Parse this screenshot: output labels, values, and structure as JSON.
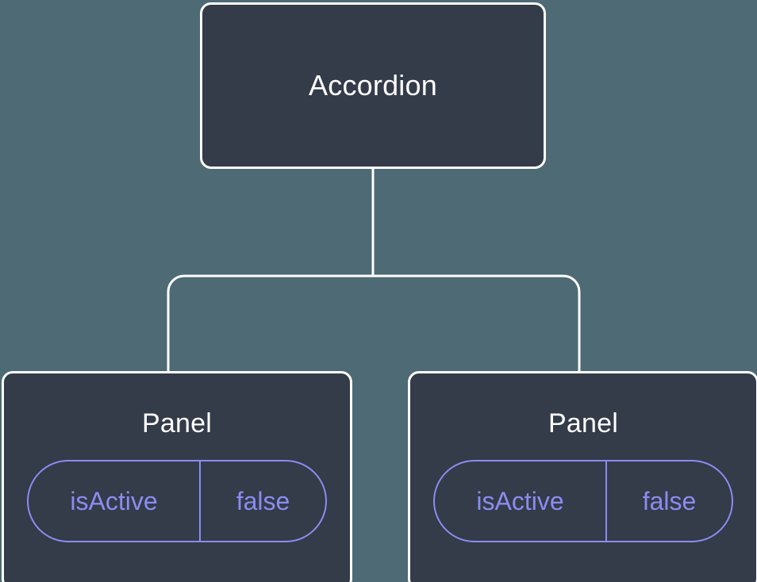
{
  "canvas": {
    "background_color": "#4d6a75",
    "node_fill_color": "#343b49",
    "node_border_color": "#ffffff",
    "edge_color": "#ffffff",
    "accent_color": "#8b8cf0",
    "title_text_color": "#ffffff"
  },
  "tree": {
    "root": {
      "label": "Accordion"
    },
    "children": [
      {
        "label": "Panel",
        "state": {
          "key": "isActive",
          "value": "false"
        }
      },
      {
        "label": "Panel",
        "state": {
          "key": "isActive",
          "value": "false"
        }
      }
    ]
  }
}
